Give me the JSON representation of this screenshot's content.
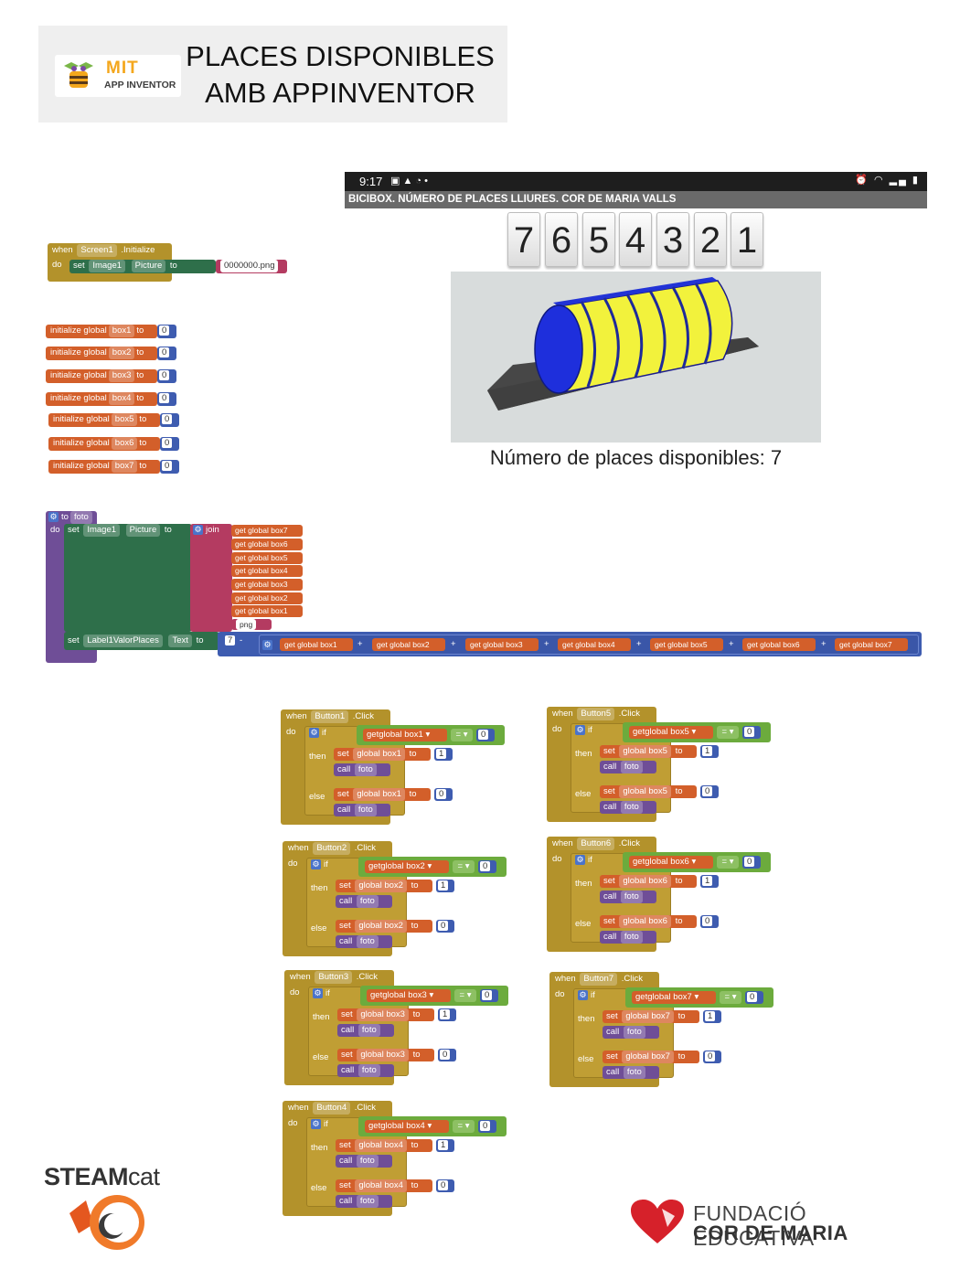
{
  "header": {
    "logo_mit": "MIT",
    "logo_app_inventor": "APP INVENTOR",
    "title_line1": "PLACES DISPONIBLES",
    "title_line2": "AMB  APPINVENTOR"
  },
  "phone": {
    "status_time": "9:17",
    "app_title": "BICIBOX. NÚMERO DE PLACES LLIURES. COR DE MARIA VALLS",
    "digits": [
      "7",
      "6",
      "5",
      "4",
      "3",
      "2",
      "1"
    ],
    "places_label": "Número de places disponibles:  7",
    "colors": {
      "tunnel_blue": "#1e2fdc",
      "tunnel_yellow": "#f2f23c",
      "ground": "#4a4a4a"
    }
  },
  "blocks": {
    "init_block": {
      "when": "when",
      "component": "Screen1",
      "event": ".Initialize",
      "do": "do",
      "set": "set",
      "target": "Image1",
      "prop": "Picture",
      "to": "to",
      "value": "0000000.png"
    },
    "globals": [
      {
        "label": "initialize global",
        "name": "box1",
        "to": "to",
        "value": "0"
      },
      {
        "label": "initialize global",
        "name": "box2",
        "to": "to",
        "value": "0"
      },
      {
        "label": "initialize global",
        "name": "box3",
        "to": "to",
        "value": "0"
      },
      {
        "label": "initialize global",
        "name": "box4",
        "to": "to",
        "value": "0"
      },
      {
        "label": "initialize global",
        "name": "box5",
        "to": "to",
        "value": "0"
      },
      {
        "label": "initialize global",
        "name": "box6",
        "to": "to",
        "value": "0"
      },
      {
        "label": "initialize global",
        "name": "box7",
        "to": "to",
        "value": "0"
      }
    ],
    "procedure": {
      "to": "to",
      "name": "foto",
      "do": "do",
      "set1": "set",
      "target1": "Image1",
      "prop1": "Picture",
      "to1": "to",
      "join": "join",
      "join_items": [
        "get global box7",
        "get global box6",
        "get global box5",
        "get global box4",
        "get global box3",
        "get global box2",
        "get global box1"
      ],
      "png": "png",
      "set2": "set",
      "target2": "Label1ValorPlaces",
      "prop2": "Text",
      "to2": "to",
      "seven": "7",
      "minus": "-",
      "sum_items": [
        "get global box1",
        "get global box2",
        "get global box3",
        "get global box4",
        "get global box5",
        "get global box6",
        "get global box7"
      ],
      "plus": "+"
    },
    "buttons": [
      {
        "button": "Button1",
        "var": "global box1"
      },
      {
        "button": "Button2",
        "var": "global box2"
      },
      {
        "button": "Button3",
        "var": "global box3"
      },
      {
        "button": "Button4",
        "var": "global box4"
      },
      {
        "button": "Button5",
        "var": "global box5"
      },
      {
        "button": "Button6",
        "var": "global box6"
      },
      {
        "button": "Button7",
        "var": "global box7"
      }
    ],
    "words": {
      "when": "when",
      "click": ".Click",
      "do": "do",
      "if": "if",
      "then": "then",
      "else": "else",
      "get": "get",
      "set": "set",
      "to": "to",
      "call": "call",
      "foto": "foto",
      "eq": "=",
      "zero": "0",
      "one": "1"
    }
  },
  "footer": {
    "steam_bold": "STEAM",
    "steam_light": "cat",
    "fundacio_line1": "FUNDACIÓ EDUCATIVA",
    "fundacio_line2": "COR DE MARIA",
    "heart_color": "#d6212a"
  }
}
